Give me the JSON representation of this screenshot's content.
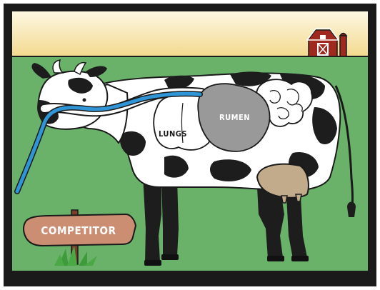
{
  "labels": {
    "lungs": "LUNGS",
    "rumen": "RUMEN",
    "sign": "COMPETITOR"
  },
  "colors": {
    "sky_top": "#fdf7dc",
    "sky_bottom": "#f2d98f",
    "grass": "#6db36b",
    "frame": "#1a1a1a",
    "barn": "#9e2a26",
    "tube": "#2f95d6",
    "rumen": "#9a9a9a",
    "udder": "#bfa98a",
    "sign": "#c98a6e"
  },
  "icons": [
    "barn-icon",
    "silo-icon",
    "cow-illustration",
    "feeding-tube",
    "grass-tuft"
  ]
}
